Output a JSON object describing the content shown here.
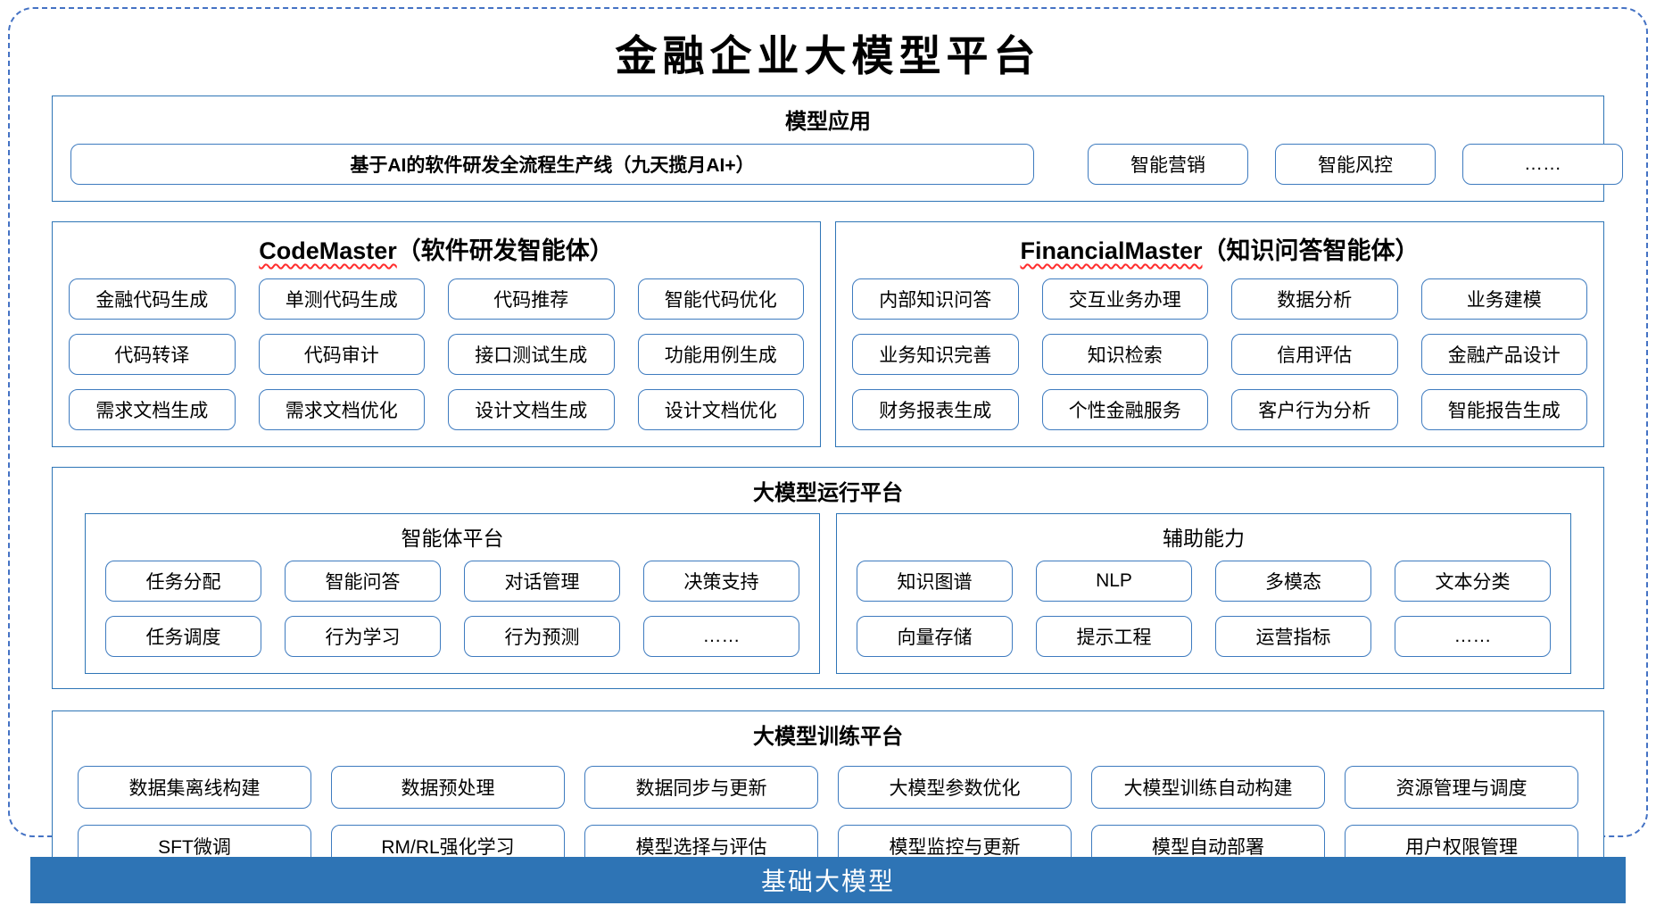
{
  "title": "金融企业大模型平台",
  "colors": {
    "panel_border": "#2E75B6",
    "chip_border": "#3E7BBF",
    "foundation_bar": "#2E74B5",
    "dashed_frame": "#4472C4",
    "squiggle_red": "#FF2D2D"
  },
  "model_app": {
    "header": "模型应用",
    "main_box": "基于AI的软件研发全流程生产线（九天揽月AI+）",
    "boxes": [
      "智能营销",
      "智能风控",
      "……"
    ]
  },
  "code_master": {
    "name": "CodeMaster",
    "suffix": "（软件研发智能体）",
    "boxes": [
      "金融代码生成",
      "单测代码生成",
      "代码推荐",
      "智能代码优化",
      "代码转译",
      "代码审计",
      "接口测试生成",
      "功能用例生成",
      "需求文档生成",
      "需求文档优化",
      "设计文档生成",
      "设计文档优化"
    ]
  },
  "financial_master": {
    "name": "FinancialMaster",
    "suffix": "（知识问答智能体）",
    "boxes": [
      "内部知识问答",
      "交互业务办理",
      "数据分析",
      "业务建模",
      "业务知识完善",
      "知识检索",
      "信用评估",
      "金融产品设计",
      "财务报表生成",
      "个性金融服务",
      "客户行为分析",
      "智能报告生成"
    ]
  },
  "runtime": {
    "header": "大模型运行平台",
    "agent_platform": {
      "header": "智能体平台",
      "boxes": [
        "任务分配",
        "智能问答",
        "对话管理",
        "决策支持",
        "任务调度",
        "行为学习",
        "行为预测",
        "……"
      ]
    },
    "aux": {
      "header": "辅助能力",
      "boxes": [
        "知识图谱",
        "NLP",
        "多模态",
        "文本分类",
        "向量存储",
        "提示工程",
        "运营指标",
        "……"
      ]
    }
  },
  "training": {
    "header": "大模型训练平台",
    "boxes": [
      "数据集离线构建",
      "数据预处理",
      "数据同步与更新",
      "大模型参数优化",
      "大模型训练自动构建",
      "资源管理与调度",
      "SFT微调",
      "RM/RL强化学习",
      "模型选择与评估",
      "模型监控与更新",
      "模型自动部署",
      "用户权限管理"
    ]
  },
  "foundation": {
    "label": "基础大模型"
  }
}
